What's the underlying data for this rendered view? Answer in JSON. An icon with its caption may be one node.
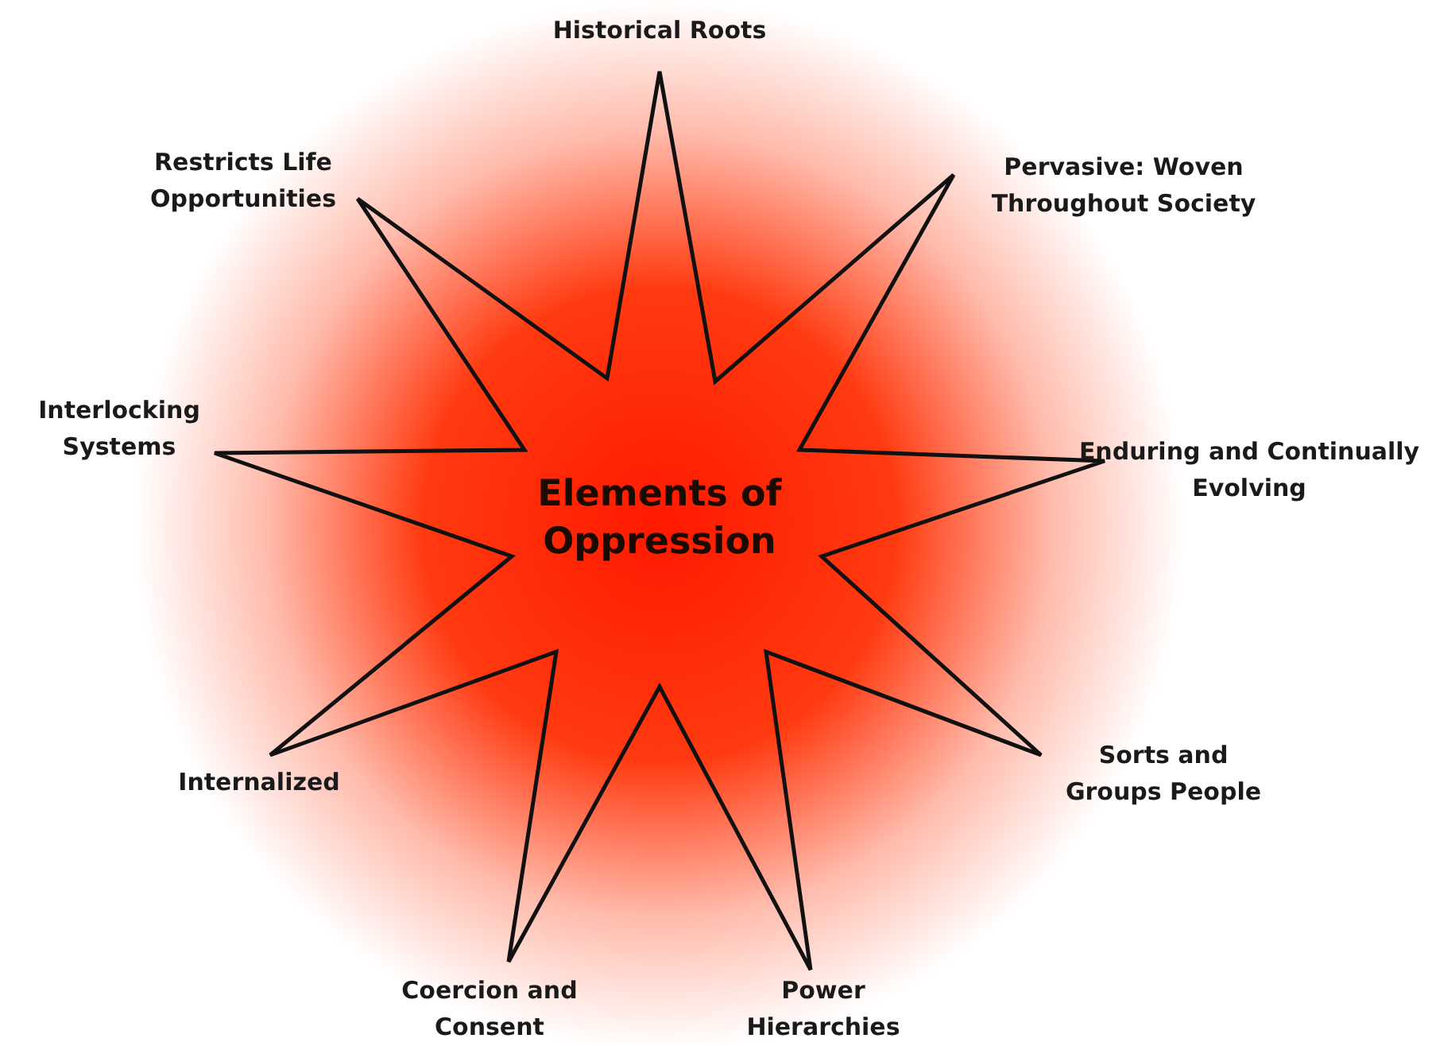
{
  "diagram": {
    "nodes": [
      {
        "text": [
          "Elements of Oppression"
        ]
      }
    ],
    "labels": [
      "Historical Roots",
      "Restricts Life Opportunities",
      "Pervasive: Woven Throughout Society",
      "Interlocking Systems",
      "Enduring and Continually Evolving",
      "Sorts and Groups People",
      "Internalized",
      "Coercion and Consent",
      "Power Hierarchies"
    ]
  }
}
